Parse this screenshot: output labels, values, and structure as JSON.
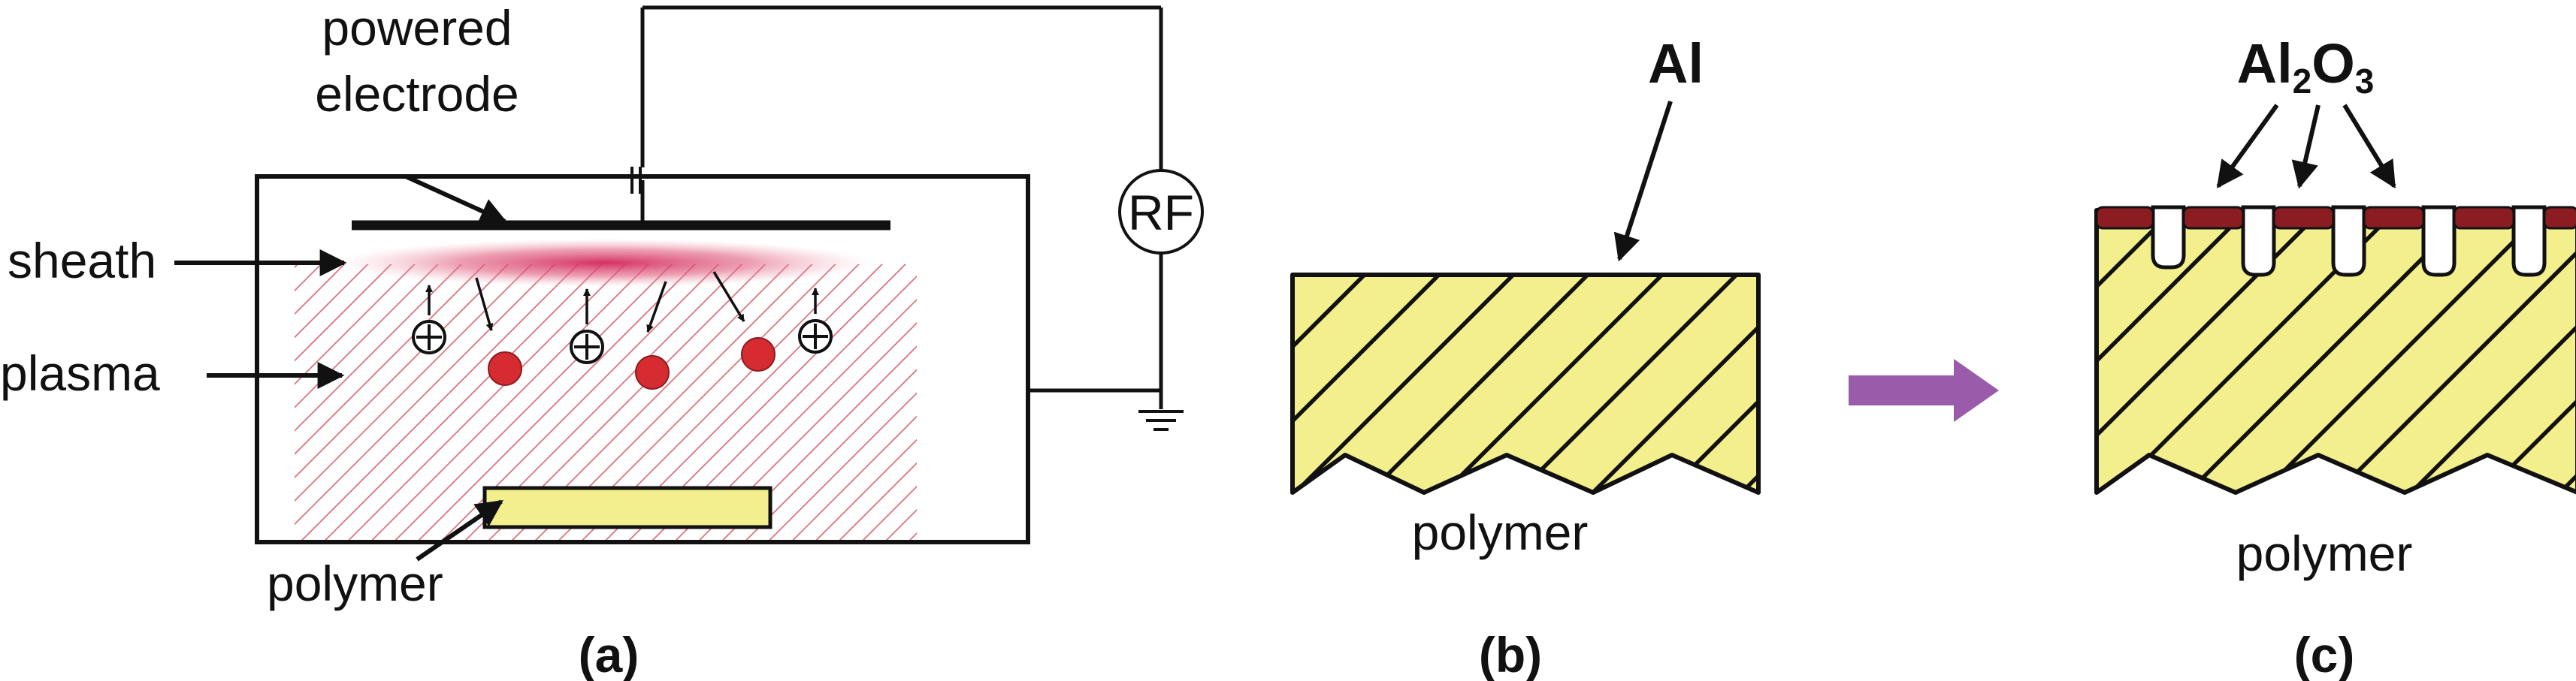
{
  "panel_a": {
    "label_powered_line1": "powered",
    "label_powered_line2": "electrode",
    "label_sheath": "sheath",
    "label_plasma": "plasma",
    "label_rf": "RF",
    "label_polymer": "polymer",
    "caption": "(a)"
  },
  "panel_b": {
    "label_al": "Al",
    "label_polymer": "polymer",
    "caption": "(b)"
  },
  "panel_c": {
    "label_al2o3": {
      "a": "Al",
      "sub2": "2",
      "o": "O",
      "sub3": "3"
    },
    "label_polymer": "polymer",
    "caption": "(c)"
  },
  "colors": {
    "plasma_hatch": "#d9707c",
    "sheath_glow": "#d3245a",
    "electron": "#d62b30",
    "polymer_fill": "#f2ef8c",
    "oxide_cap": "#8b1d22",
    "process_arrow": "#9b5bab"
  }
}
